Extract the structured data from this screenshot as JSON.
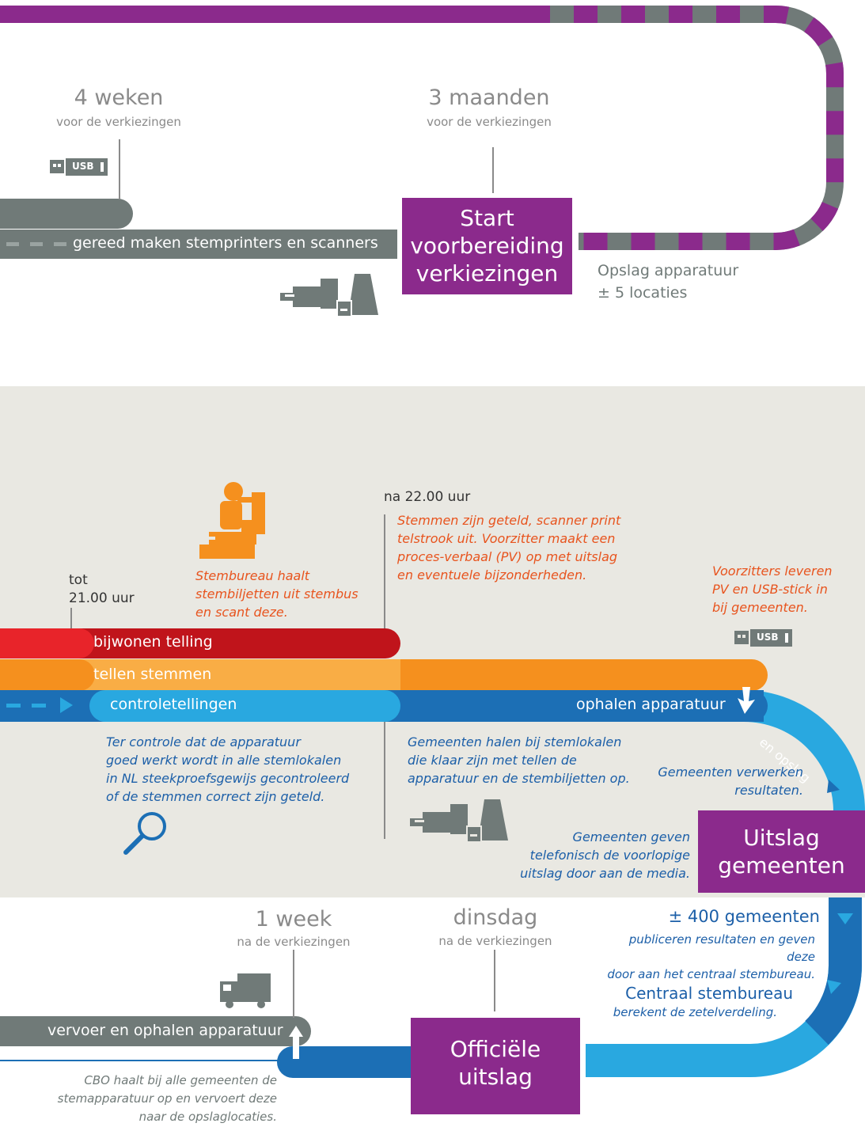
{
  "top": {
    "weeks4": "4 weken",
    "weeks4_sub": "voor de verkiezingen",
    "months3": "3 maanden",
    "months3_sub": "voor de verkiezingen",
    "prep_bar": "gereed maken stemprinters en scanners",
    "start_box": [
      "Start",
      "voorbereiding",
      "verkiezingen"
    ],
    "storage": [
      "Opslag apparatuur",
      "± 5 locaties"
    ],
    "usb_label": "USB"
  },
  "middle": {
    "tot": [
      "tot",
      "21.00 uur"
    ],
    "scan_text": [
      "Stembureau haalt",
      "stembiljetten uit stembus",
      "en scant deze."
    ],
    "after22": "na 22.00 uur",
    "after22_text": [
      "Stemmen zijn geteld, scanner print",
      "telstrook uit. Voorzitter maakt een",
      "proces-verbaal (PV) op met uitslag",
      "en eventuele bijzonderheden."
    ],
    "chairs_text": [
      "Voorzitters leveren",
      "PV en  USB-stick in",
      "bij gemeenten."
    ],
    "usb_label": "USB",
    "bar_red": "bijwonen telling",
    "bar_orange": "tellen stemmen",
    "bar_blue": "controletellingen",
    "bar_collect": "ophalen apparatuur",
    "curve_label": "en opslag",
    "control_text": [
      "Ter controle dat de apparatuur",
      "goed werkt wordt in alle stemlokalen",
      "in NL steekproefsgewijs gecontroleerd",
      "of de stemmen correct zijn geteld."
    ],
    "collect_text": [
      "Gemeenten halen bij stemlokalen",
      "die klaar zijn met tellen de",
      "apparatuur en de stembiljetten op."
    ],
    "process_text": [
      "Gemeenten verwerken",
      "resultaten."
    ],
    "phone_text": [
      "Gemeenten geven",
      "telefonisch de voorlopige",
      "uitslag door aan de media."
    ],
    "result_box": [
      "Uitslag",
      "gemeenten"
    ]
  },
  "bottom": {
    "week1": "1 week",
    "week1_sub": "na de verkiezingen",
    "tuesday": "dinsdag",
    "tuesday_sub": "na de verkiezingen",
    "muni_title": "± 400 gemeenten",
    "muni_text": [
      "publiceren resultaten en geven deze",
      "door aan  het centraal stembureau."
    ],
    "central_title": "Centraal stembureau",
    "central_text": "berekent de zetelverdeling.",
    "transport_bar": "vervoer  en ophalen apparatuur",
    "cbo_text": [
      "CBO haalt bij alle gemeenten de",
      "stemapparatuur op en vervoert deze",
      "naar de opslaglocaties."
    ],
    "official_box": [
      "Officiële",
      "uitslag"
    ]
  },
  "colors": {
    "purple": "#8b2a8c",
    "grey": "#707a78",
    "red": "#c0141b",
    "orange": "#f5901e",
    "light_orange": "#f9ad45",
    "blue": "#1c6fb5",
    "light_blue": "#29a8e0",
    "text_orange": "#e8541e",
    "text_blue": "#1c5fa8",
    "beige": "#e9e8e2"
  }
}
